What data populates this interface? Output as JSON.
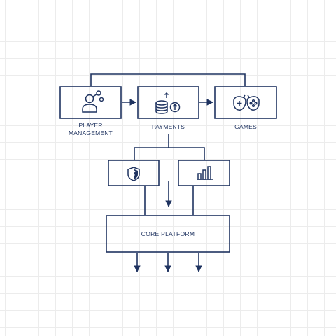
{
  "colors": {
    "stroke": "#1f3360",
    "grid": "#ececec",
    "background": "#ffffff"
  },
  "nodes": {
    "player_management": {
      "label_line1": "PLAYER",
      "label_line2": "MANAGEMENT",
      "icon": "user-network-icon"
    },
    "payments": {
      "label": "PAYMENTS",
      "icon": "coins-upload-icon"
    },
    "games": {
      "label": "GAMES",
      "icon": "gamepad-icon"
    },
    "security": {
      "icon": "shield-icon"
    },
    "analytics": {
      "icon": "bar-chart-icon"
    },
    "core_platform": {
      "label": "CORE PLATFORM"
    }
  }
}
